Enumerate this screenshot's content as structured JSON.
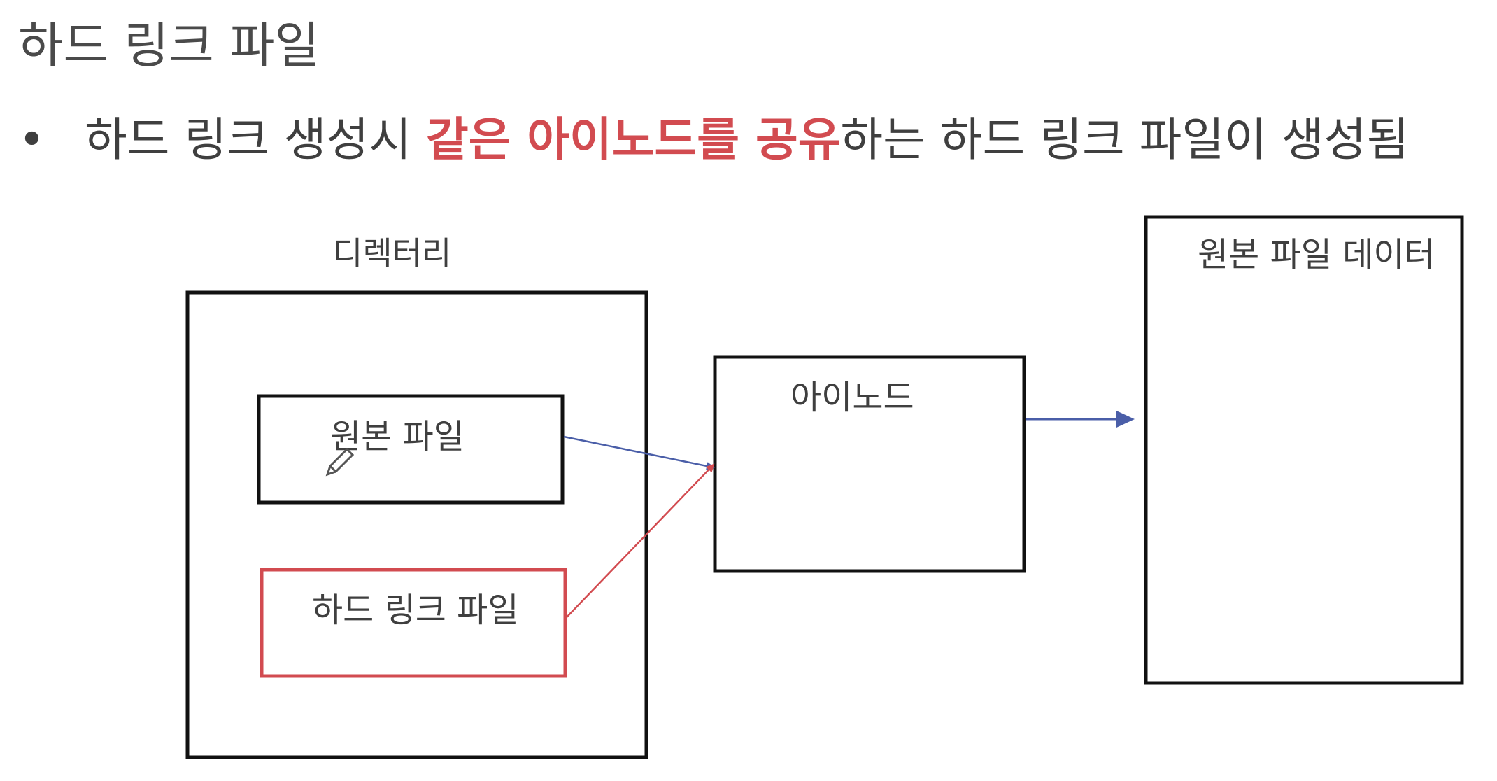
{
  "heading": "하드 링크 파일",
  "bullet": {
    "marker": "•",
    "before": "하드 링크 생성시 ",
    "highlight": "같은 아이노드를 공유",
    "after": "하는 하드 링크 파일이 생성됨"
  },
  "diagram": {
    "directory_label": "디렉터리",
    "original_file_label": "원본 파일",
    "hard_link_label": "하드 링크 파일",
    "inode_label": "아이노드",
    "data_label": "원본 파일 데이터"
  },
  "colors": {
    "highlight": "#d24b50",
    "box_stroke": "#111111",
    "hard_link_stroke": "#d24b50",
    "arrow_blue": "#4a5ea8",
    "arrow_red": "#d24b50"
  }
}
